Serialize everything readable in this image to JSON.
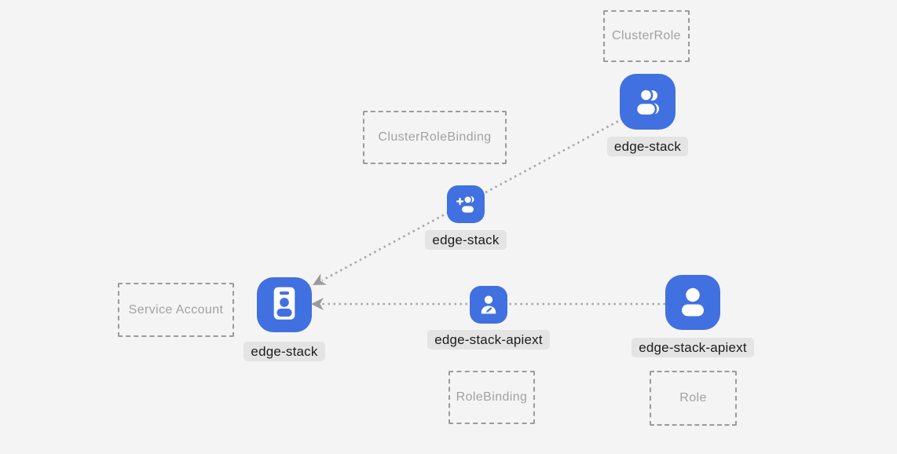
{
  "diagram": {
    "title_hint": "Kubernetes RBAC relationships for Edge Stack",
    "colors": {
      "background": "#f4f4f5",
      "node_blue": "#4170e0",
      "glyph_white": "#ffffff",
      "chip_bg": "#e4e4e4",
      "chip_text": "#1c1c1c",
      "dashed_border": "#9b9b9b",
      "box_text": "#a2a2a2",
      "dotted_line": "#a9a9a9",
      "arrowhead": "#9b9b9b"
    },
    "type_boxes": [
      {
        "id": "cluster-role",
        "label": "ClusterRole"
      },
      {
        "id": "cluster-role-binding",
        "label": "ClusterRoleBinding"
      },
      {
        "id": "service-account",
        "label": "Service Account"
      },
      {
        "id": "role-binding",
        "label": "RoleBinding"
      },
      {
        "id": "role",
        "label": "Role"
      }
    ],
    "nodes": [
      {
        "id": "clusterrole-edge-stack",
        "type": "ClusterRole",
        "label": "edge-stack",
        "icon": "users-icon"
      },
      {
        "id": "clusterrolebinding-edge-stack",
        "type": "ClusterRoleBinding",
        "label": "edge-stack",
        "icon": "user-plus-icon"
      },
      {
        "id": "serviceaccount-edge-stack",
        "type": "Service Account",
        "label": "edge-stack",
        "icon": "id-badge-icon"
      },
      {
        "id": "rolebinding-edge-stack-apiext",
        "type": "RoleBinding",
        "label": "edge-stack-apiext",
        "icon": "user-edit-icon"
      },
      {
        "id": "role-edge-stack-apiext",
        "type": "Role",
        "label": "edge-stack-apiext",
        "icon": "user-icon"
      }
    ],
    "edges": [
      {
        "from": "clusterrole-edge-stack",
        "through": "clusterrolebinding-edge-stack",
        "to": "serviceaccount-edge-stack",
        "style": "dotted-arrow"
      },
      {
        "from": "role-edge-stack-apiext",
        "through": "rolebinding-edge-stack-apiext",
        "to": "serviceaccount-edge-stack",
        "style": "dotted-arrow"
      }
    ]
  }
}
